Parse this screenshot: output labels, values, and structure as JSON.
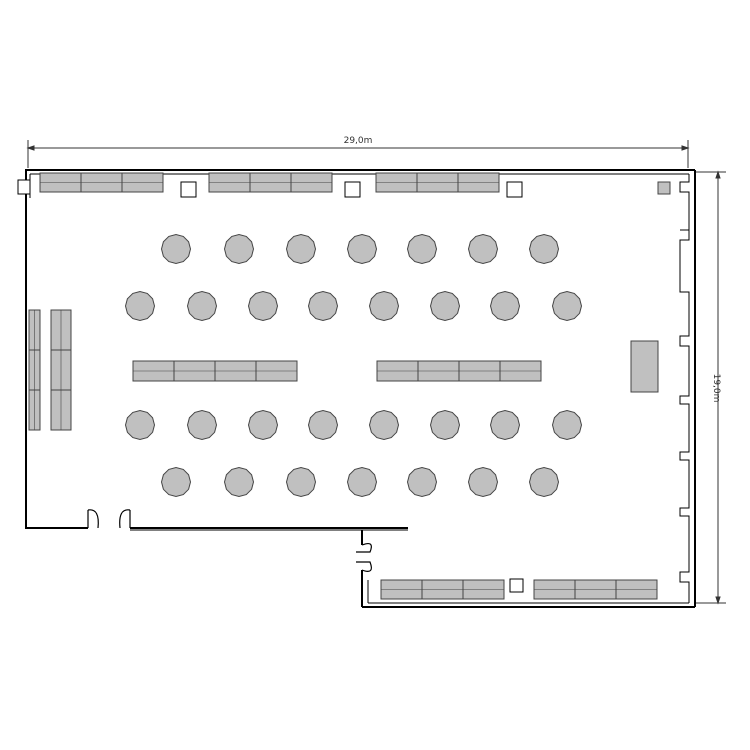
{
  "dimensions": {
    "width_label": "29,0m",
    "height_label": "19,0m"
  },
  "colors": {
    "wall": "#000000",
    "furniture_fill": "#c0c0c0",
    "furniture_stroke": "#444444",
    "background": "#ffffff",
    "dim_line": "#333333"
  },
  "counts": {
    "round_tables": 30,
    "table_rows": 4,
    "buffet_tables": 26,
    "pillars": 6
  }
}
